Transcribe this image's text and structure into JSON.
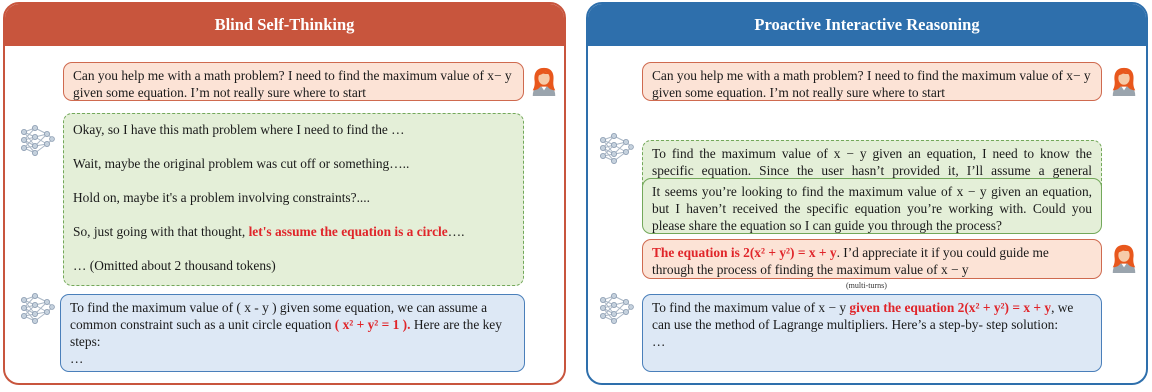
{
  "left_panel": {
    "title": "Blind Self-Thinking",
    "user_message": "Can you help me with a math problem? I need to find the maximum value of x− y given some equation. I’m not really sure where to start",
    "thinking": {
      "line1": "Okay, so I have this math problem where I need to find the …",
      "line2": "Wait, maybe the original problem was cut off or something…..",
      "line3": "Hold on, maybe it's a problem involving constraints?....",
      "line4_pre": "So, just going with that thought, ",
      "line4_red": "let's assume the equation is a circle",
      "line4_post": "….",
      "line5": "…  (Omitted about 2 thousand tokens)"
    },
    "answer": {
      "pre": "To find the maximum value of ( x - y ) given some equation, we can assume a common constraint such as a unit circle equation ",
      "red": "( x² + y² = 1 ).",
      "post": " Here are the key steps:",
      "ellipsis": "…"
    }
  },
  "right_panel": {
    "title": "Proactive Interactive Reasoning",
    "user_message": "Can you help me with a math problem? I need to find the maximum value of x− y given some equation. I’m not really sure where to start",
    "thinking": "To find the maximum value of x − y given an equation, I need to know the specific equation. Since the user hasn’t provided it, I’ll assume a general approach and then ask for clarification",
    "clarify": "It seems you’re looking to find the maximum value of x − y given an equation, but I haven’t received the specific equation you’re working with. Could you please share the equation so I can guide you through the process?",
    "user_reply": {
      "red": "The equation is 2(x² + y²) = x + y",
      "post": ". I’d appreciate it if you could guide me through the process of finding the maximum value of x − y"
    },
    "multi_turns": "(multi-turns)",
    "answer": {
      "pre": "To find the maximum value of x − y ",
      "red": "given the equation 2(x² + y²) = x + y",
      "post": ", we can use the method of Lagrange multipliers. Here’s a step-by- step solution:",
      "ellipsis": "…"
    }
  },
  "colors": {
    "left_accent": "#c8553d",
    "right_accent": "#2e6fac",
    "highlight": "#e0252a"
  },
  "icons": [
    "user-avatar-icon",
    "neural-network-icon"
  ]
}
